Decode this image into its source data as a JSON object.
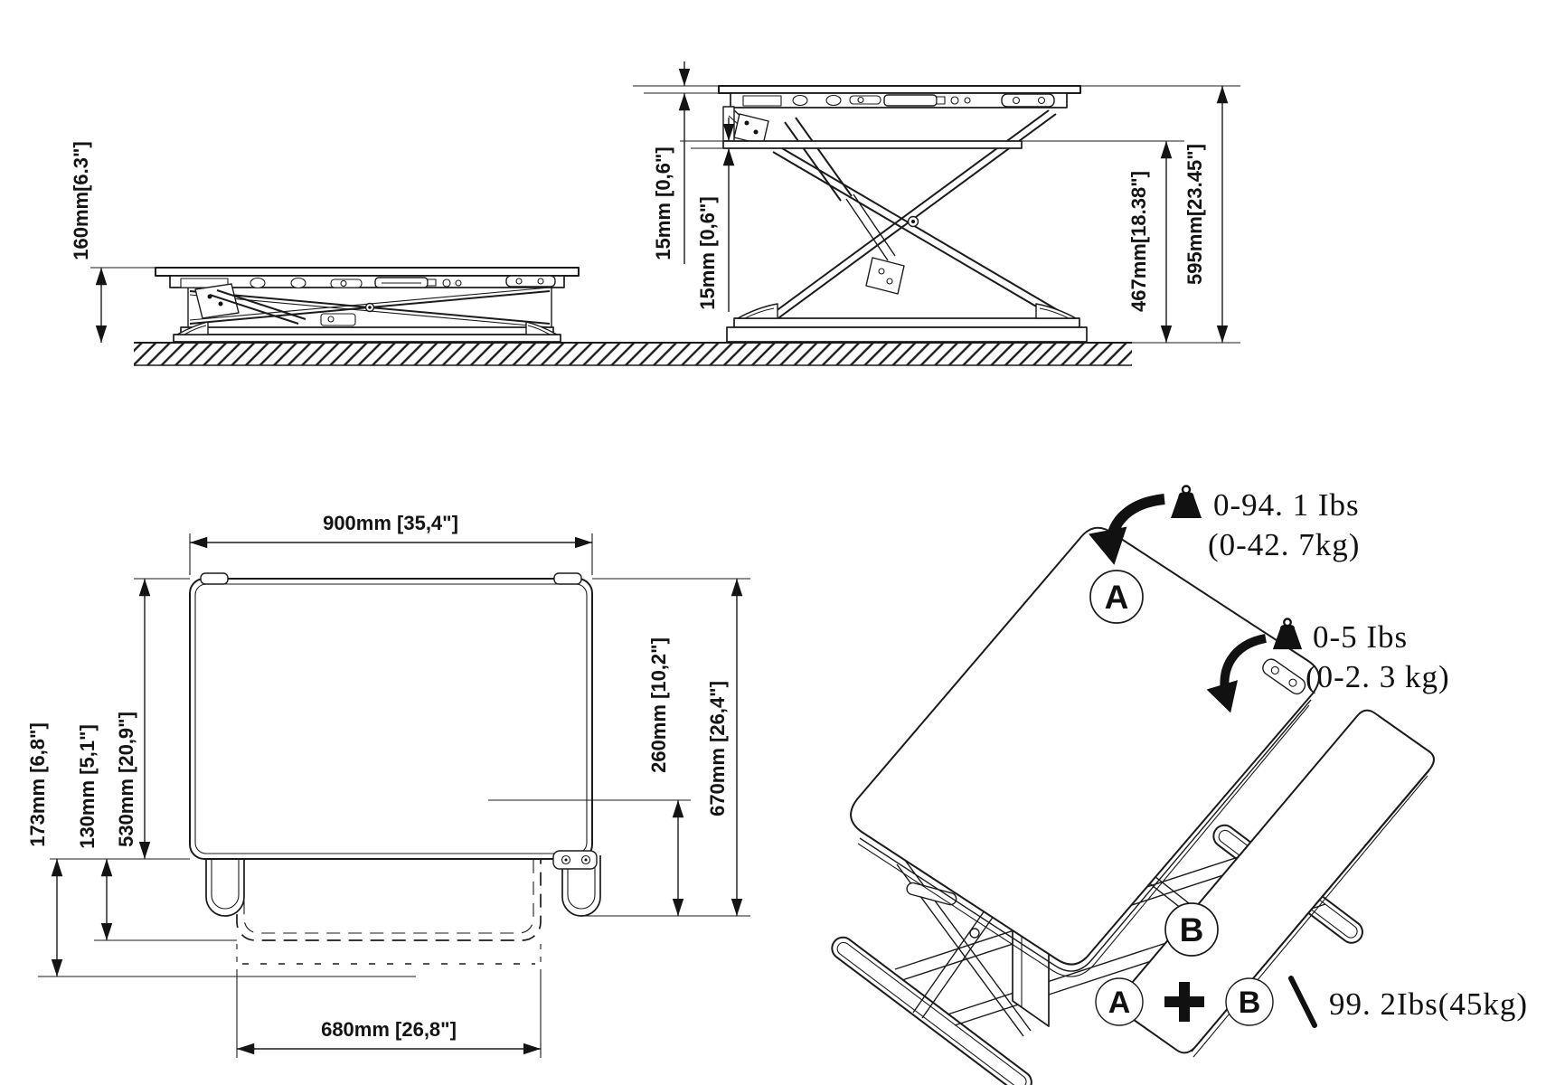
{
  "drawing": {
    "type": "technical-dimension-drawing",
    "subject": "sit-stand desk converter (riser) with keyboard tray",
    "line_color": "#1b1b1b",
    "background_color": "#ffffff"
  },
  "views": {
    "side_collapsed": {
      "height_label": "160mm[6.3\"]"
    },
    "side_raised": {
      "top_thickness_label": "15mm [0,6\"]",
      "tray_thickness_label": "15mm [0,6\"]",
      "tray_height_label": "467mm[18.38\"]",
      "total_height_label": "595mm[23.45\"]"
    },
    "top_view": {
      "width_label": "900mm [35,4\"]",
      "depth_label": "530mm [20,9\"]",
      "tray_offset_label": "130mm [5,1\"]",
      "tray_extended_offset_label": "173mm [6,8\"]",
      "tray_protrusion_label": "260mm [10,2\"]",
      "total_depth_label": "670mm [26,4\"]",
      "tray_width_label": "680mm [26,8\"]"
    },
    "isometric": {
      "surface_a_letter": "A",
      "surface_b_letter": "B",
      "capacity_a_lbs": "0-94. 1 Ibs",
      "capacity_a_kg": "(0-42. 7kg)",
      "capacity_b_lbs": "0-5 Ibs",
      "capacity_b_kg": "(0-2. 3 kg)",
      "formula_a_letter": "A",
      "formula_plus": "+",
      "formula_b_letter": "B",
      "formula_separator": "\\",
      "formula_total": "99. 2Ibs(45kg)"
    }
  }
}
